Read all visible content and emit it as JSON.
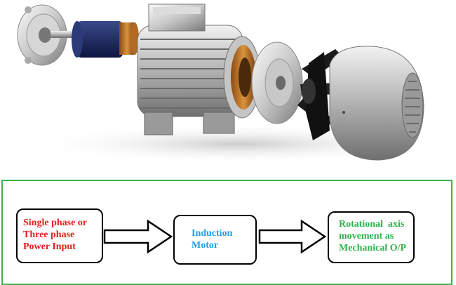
{
  "colors": {
    "frame_border": "#3cb44b",
    "input_text": "#e0201c",
    "motor_text": "#1e9ee8",
    "output_text": "#2fb24a",
    "box_border": "#000000"
  },
  "diagram": {
    "input_box": {
      "lines": [
        "Single phase or",
        "Three phase",
        "Power Input"
      ]
    },
    "motor_box": {
      "lines": [
        "Induction",
        "Motor"
      ]
    },
    "output_box": {
      "lines": [
        "Rotational  axis",
        "movement as",
        "Mechanical O/P"
      ]
    }
  },
  "photo": {
    "subject": "exploded-induction-motor-icon",
    "parts_icons": [
      "end-shield-icon",
      "rotor-icon",
      "stator-housing-icon",
      "terminal-box-icon",
      "end-shield-icon",
      "cooling-fan-icon",
      "fan-cover-icon"
    ]
  }
}
